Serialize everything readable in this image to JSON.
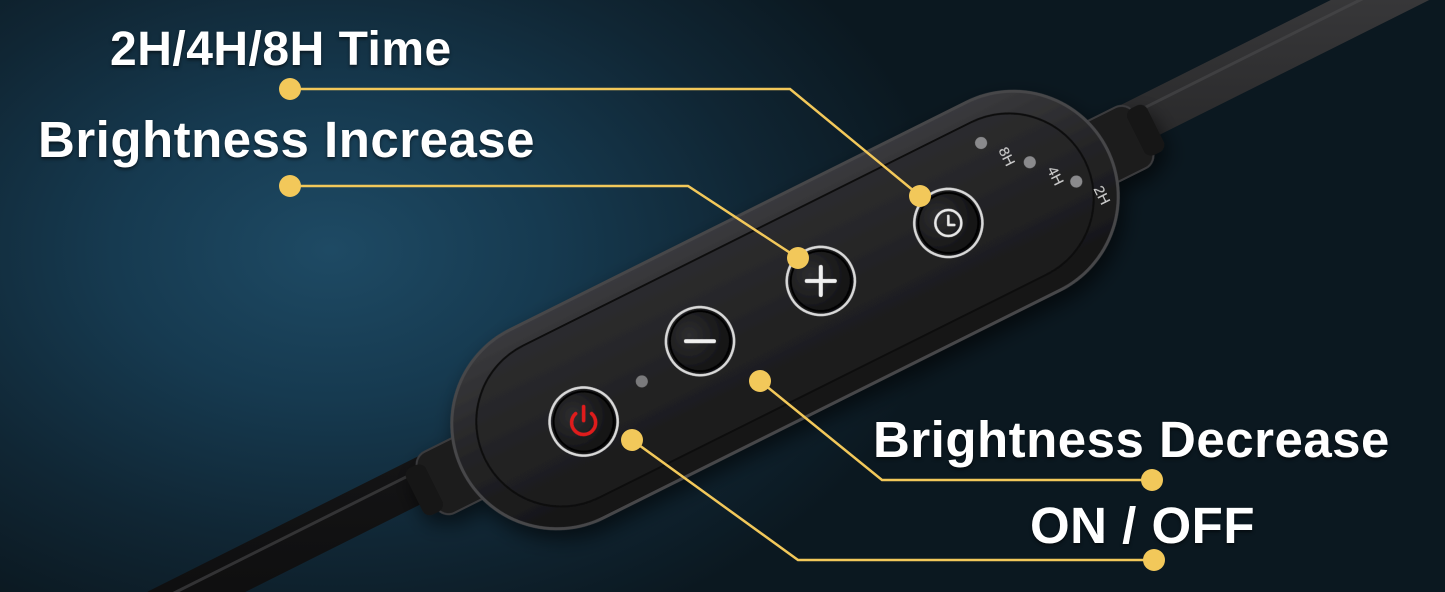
{
  "labels": {
    "time": "2H/4H/8H Time",
    "increase": "Brightness Increase",
    "decrease": "Brightness Decrease",
    "onoff": "ON / OFF"
  },
  "device": {
    "timer_indicators": [
      "8H",
      "4H",
      "2H"
    ]
  },
  "colors": {
    "callout": "#f2c85a",
    "power_icon": "#e01b1b",
    "body": "#1e1e20"
  }
}
